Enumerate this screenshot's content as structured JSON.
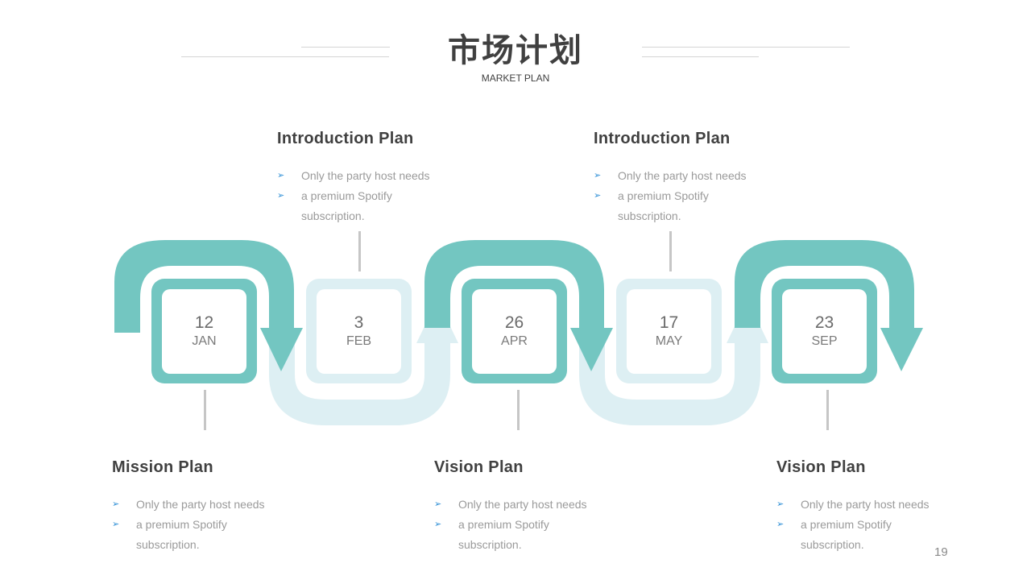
{
  "title": "市场计划",
  "subtitle": "MARKET PLAN",
  "colors": {
    "teal": "#73c6c1",
    "light_blue": "#ddeff3",
    "bullet": "#2f8fd6",
    "connector": "#c6c6c6"
  },
  "milestones": [
    {
      "day": "12",
      "month": "JAN"
    },
    {
      "day": "3",
      "month": "FEB"
    },
    {
      "day": "26",
      "month": "APR"
    },
    {
      "day": "17",
      "month": "MAY"
    },
    {
      "day": "23",
      "month": "SEP"
    }
  ],
  "plans": [
    {
      "title": "Introduction  Plan",
      "bullets": [
        "Only the party host needs",
        "a premium Spotify"
      ],
      "continuation": "subscription."
    },
    {
      "title": "Introduction  Plan",
      "bullets": [
        "Only the party host needs",
        "a premium Spotify"
      ],
      "continuation": "subscription."
    },
    {
      "title": "Mission  Plan",
      "bullets": [
        "Only the party host needs",
        "a premium Spotify"
      ],
      "continuation": "subscription."
    },
    {
      "title": "Vision  Plan",
      "bullets": [
        "Only the party host needs",
        "a premium Spotify"
      ],
      "continuation": "subscription."
    },
    {
      "title": "Vision  Plan",
      "bullets": [
        "Only the party host needs",
        "a premium Spotify"
      ],
      "continuation": "subscription."
    }
  ],
  "page_number": "19"
}
